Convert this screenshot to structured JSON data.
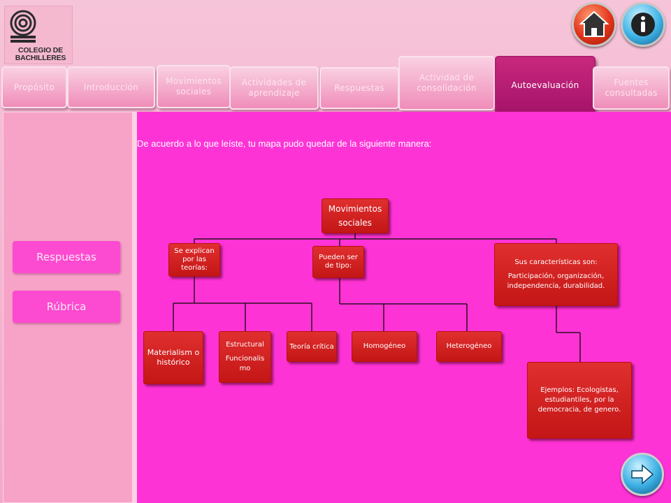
{
  "logo": {
    "line1": "COLEGIO DE",
    "line2": "BACHILLERES"
  },
  "tabs": [
    {
      "label": "Propósito"
    },
    {
      "label": "Introducción"
    },
    {
      "label": "Movimientos sociales"
    },
    {
      "label": "Actividades de aprendizaje"
    },
    {
      "label": "Respuestas"
    },
    {
      "label": "Actividad de consolidación"
    },
    {
      "label": "Autoevaluación"
    },
    {
      "label": "Fuentes consultadas"
    }
  ],
  "sidebar": {
    "respuestas": "Respuestas",
    "rubrica": "Rúbrica"
  },
  "main": {
    "intro": "De acuerdo a lo que leíste, tu mapa pudo quedar de la siguiente manera:"
  },
  "map": {
    "root_1": "Movimientos",
    "root_2": "sociales",
    "explican": "Se explican por las teorías:",
    "pueden": "Pueden ser de tipo:",
    "caract_title": "Sus características son:",
    "caract_body": "Participación, organización, independencia, durabilidad.",
    "materialismo": "Materialism o histórico",
    "estructural": "Estructural",
    "funcionalismo": "Funcionalis mo",
    "critica": "Teoría crítica",
    "homogeneo": "Homogéneo",
    "heterogeneo": "Heterogéneo",
    "ejemplos": "Ejemplos: Ecologistas, estudiantiles, por la democracia, de genero."
  },
  "icons": {
    "home": "home-icon",
    "info": "info-icon",
    "next": "arrow-right-icon"
  },
  "colors": {
    "main_bg": "#fe33d6",
    "node_red": "#d21f1f",
    "active_tab": "#b81a72",
    "side_button": "#fc4bd0"
  }
}
